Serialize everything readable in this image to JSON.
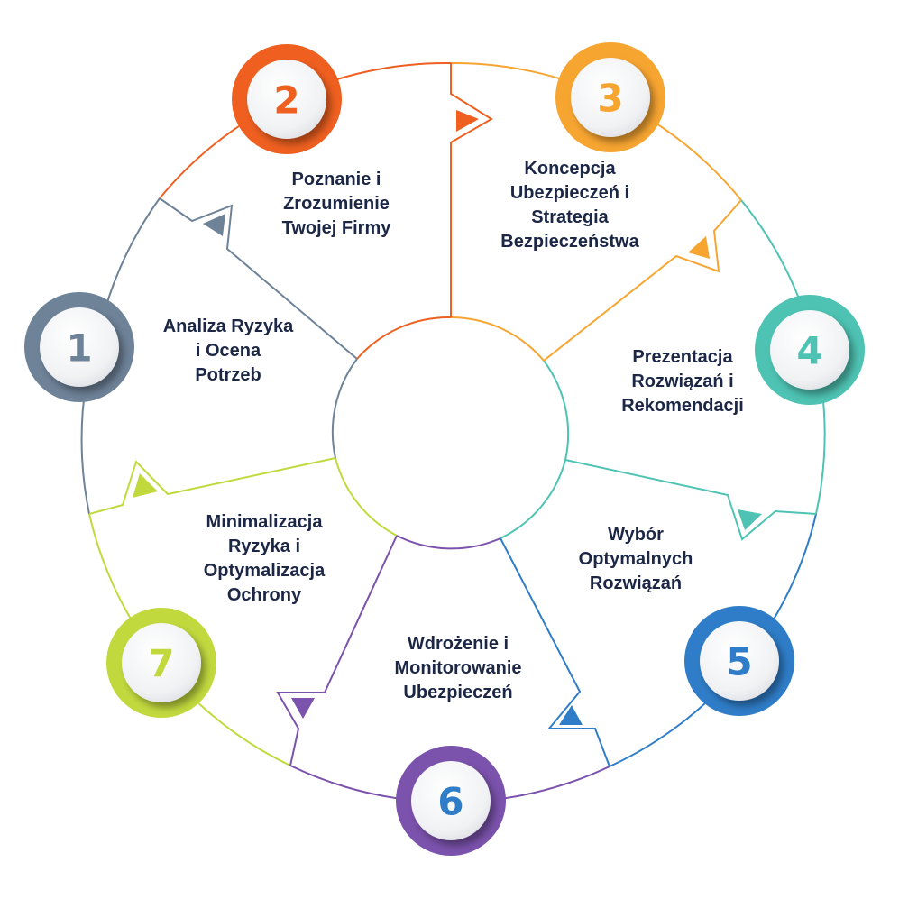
{
  "steps": [
    {
      "number": "1",
      "label": "Analiza Ryzyka\ni Ocena\nPotrzeb",
      "color": "#6e8298"
    },
    {
      "number": "2",
      "label": "Poznanie i\nZrozumienie\nTwojej Firmy",
      "color": "#ef6020"
    },
    {
      "number": "3",
      "label": "Koncepcja\nUbezpieczeń i\nStrategia\nBezpieczeństwa",
      "color": "#f7a531"
    },
    {
      "number": "4",
      "label": "Prezentacja\nRozwiązań i\nRekomendacji",
      "color": "#4ec3b3"
    },
    {
      "number": "5",
      "label": "Wybór\nOptymalnych\nRozwiązań",
      "color": "#2f7dc8"
    },
    {
      "number": "6",
      "label": "Wdrożenie i\nMonitorowanie\nUbezpieczeń",
      "color": "#7b52ac"
    },
    {
      "number": "7",
      "label": "Minimalizacja\nRyzyka i\nOptymalizacja\nOchrony",
      "color": "#c2d93e"
    }
  ]
}
